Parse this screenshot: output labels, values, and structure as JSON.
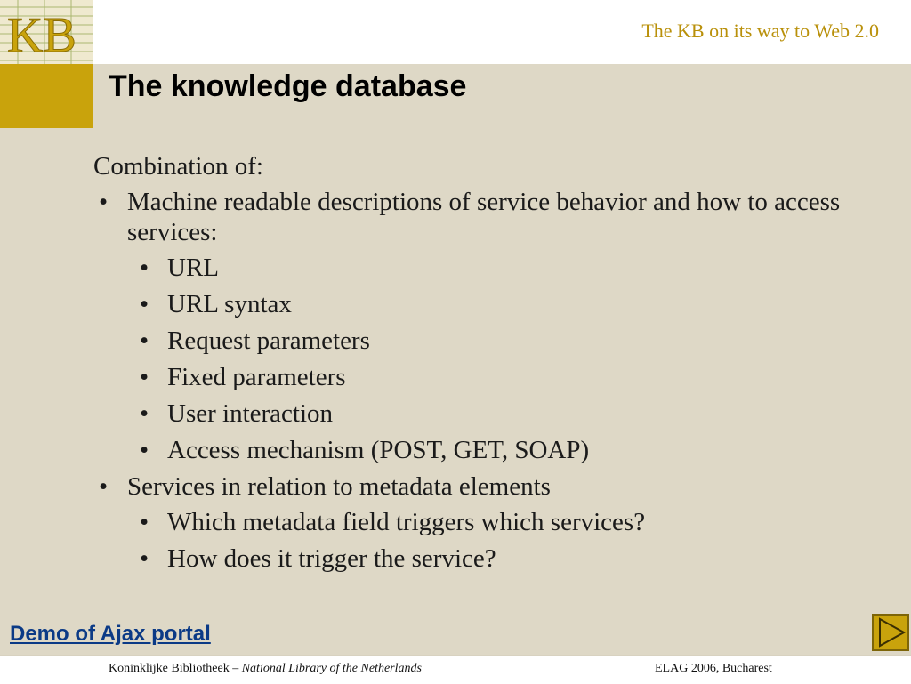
{
  "header": {
    "logo_text": "KB",
    "tagline": "The KB on its way to Web 2.0"
  },
  "slide": {
    "title": "The knowledge database",
    "intro": "Combination of:",
    "bullets": [
      {
        "text": "Machine readable descriptions of service behavior and how to access services:",
        "sub": [
          "URL",
          "URL syntax",
          "Request parameters",
          "Fixed parameters",
          "User interaction",
          "Access mechanism (POST, GET, SOAP)"
        ]
      },
      {
        "text": "Services in relation to metadata elements",
        "sub": [
          "Which metadata field triggers which services?",
          "How does it trigger the service?"
        ]
      }
    ],
    "bullet_char": "•"
  },
  "demo_link": "Demo of Ajax portal",
  "play_icon": "play-triangle-icon",
  "footer": {
    "left_plain": "Koninklijke Bibliotheek – ",
    "left_italic": "National Library of the Netherlands",
    "right": "ELAG 2006, Bucharest"
  },
  "colors": {
    "background": "#ded8c6",
    "gold": "#c9a30c",
    "tagline": "#b9900a",
    "link": "#0b3a86"
  }
}
